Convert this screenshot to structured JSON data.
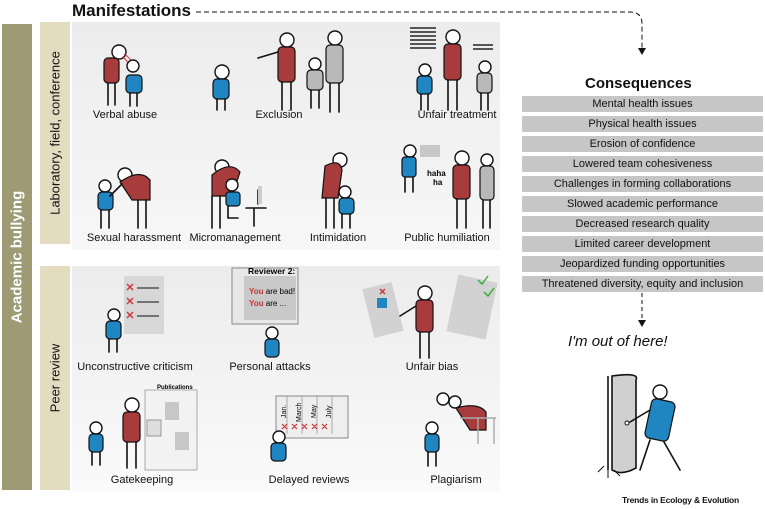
{
  "manifestations_title": "Manifestations",
  "side_label": "Academic bullying",
  "band_lab": "Laboratory, field, conference",
  "band_peer": "Peer review",
  "lab_items": {
    "verbal_abuse": "Verbal abuse",
    "exclusion": "Exclusion",
    "unfair_treatment": "Unfair treatment",
    "sexual_harassment": "Sexual harassment",
    "micromanagement": "Micromanagement",
    "intimidation": "Intimidation",
    "public_humiliation": "Public humiliation"
  },
  "peer_items": {
    "unconstructive_criticism": "Unconstructive criticism",
    "personal_attacks": "Personal attacks",
    "unfair_bias": "Unfair bias",
    "gatekeeping": "Gatekeeping",
    "delayed_reviews": "Delayed reviews",
    "plagiarism": "Plagiarism"
  },
  "reviewer_card": {
    "title": "Reviewer 2:",
    "you1": "You",
    "line1": " are bad!",
    "you2": "You",
    "line2": " are ..."
  },
  "laugh": {
    "a": "haha",
    "b": "ha"
  },
  "publications": "Publications",
  "months": [
    "Jan.",
    "March",
    "May",
    "July"
  ],
  "consequences_title": "Consequences",
  "consequences": [
    "Mental health issues",
    "Physical health issues",
    "Erosion of confidence",
    "Lowered team cohesiveness",
    "Challenges in forming collaborations",
    "Slowed academic performance",
    "Decreased research quality",
    "Limited career development",
    "Jeopardized funding opportunities",
    "Threatened diversity, equity and inclusion"
  ],
  "exit_text": "I'm out of here!",
  "credit": "Trends in Ecology & Evolution",
  "colors": {
    "red": "#a83b3b",
    "blue": "#1f86c2",
    "grey": "#b9b9b9",
    "khaki": "#9d9a74",
    "sand": "#e3dcc0"
  }
}
